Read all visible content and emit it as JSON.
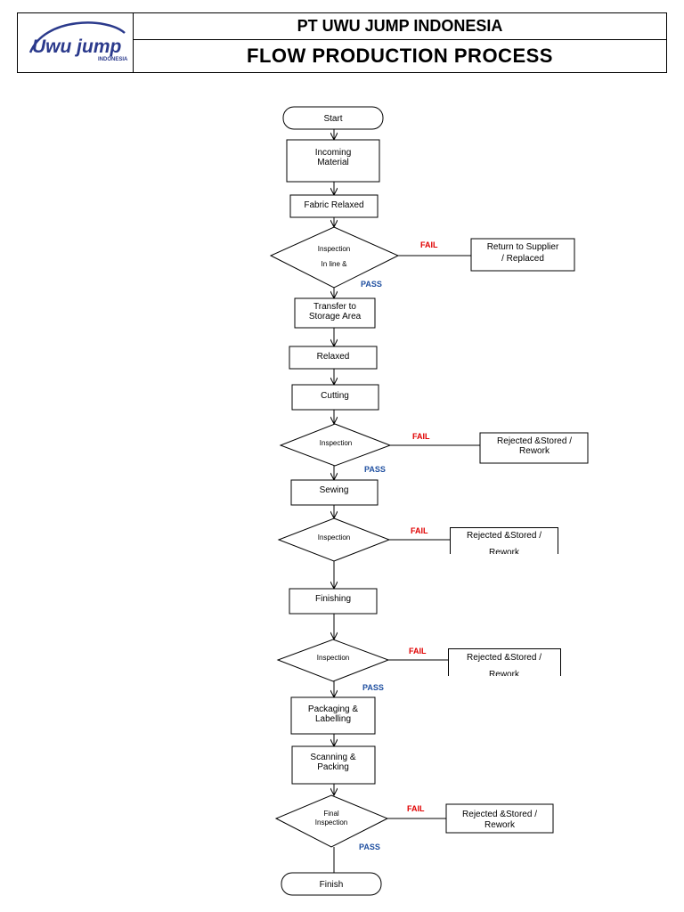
{
  "header": {
    "logo_text": "Uwu jump",
    "logo_subtext": "INDONESIA",
    "company": "PT UWU JUMP INDONESIA",
    "title": "FLOW PRODUCTION PROCESS"
  },
  "colors": {
    "fail": "#e00000",
    "pass": "#1f4fa0",
    "line": "#000000",
    "logo": "#2b3a8c"
  },
  "flow": {
    "start": "Start",
    "incoming": [
      "Incoming",
      "Material"
    ],
    "fabric_relaxed": "Fabric Relaxed",
    "inspection_1": [
      "Inspection",
      "In line &"
    ],
    "return_supplier": [
      "Return to Supplier",
      "/ Replaced"
    ],
    "transfer": [
      "Transfer to",
      "Storage Area"
    ],
    "relaxed": "Relaxed",
    "cutting": "Cutting",
    "inspection_2": "Inspection",
    "rejected_2": [
      "Rejected &Stored /",
      "Rework"
    ],
    "sewing": "Sewing",
    "inspection_3": "Inspection",
    "rejected_3": [
      "Rejected &Stored /",
      "Rework"
    ],
    "finishing": "Finishing",
    "inspection_4": "Inspection",
    "rejected_4": [
      "Rejected &Stored /",
      "Rework"
    ],
    "packaging": [
      "Packaging &",
      "Labelling"
    ],
    "scanning": [
      "Scanning &",
      "Packing"
    ],
    "final_inspection": [
      "Final",
      "Inspection"
    ],
    "rejected_5": [
      "Rejected &Stored /",
      "Rework"
    ],
    "finish": "Finish",
    "fail_label": "FAIL",
    "pass_label": "PASS"
  }
}
